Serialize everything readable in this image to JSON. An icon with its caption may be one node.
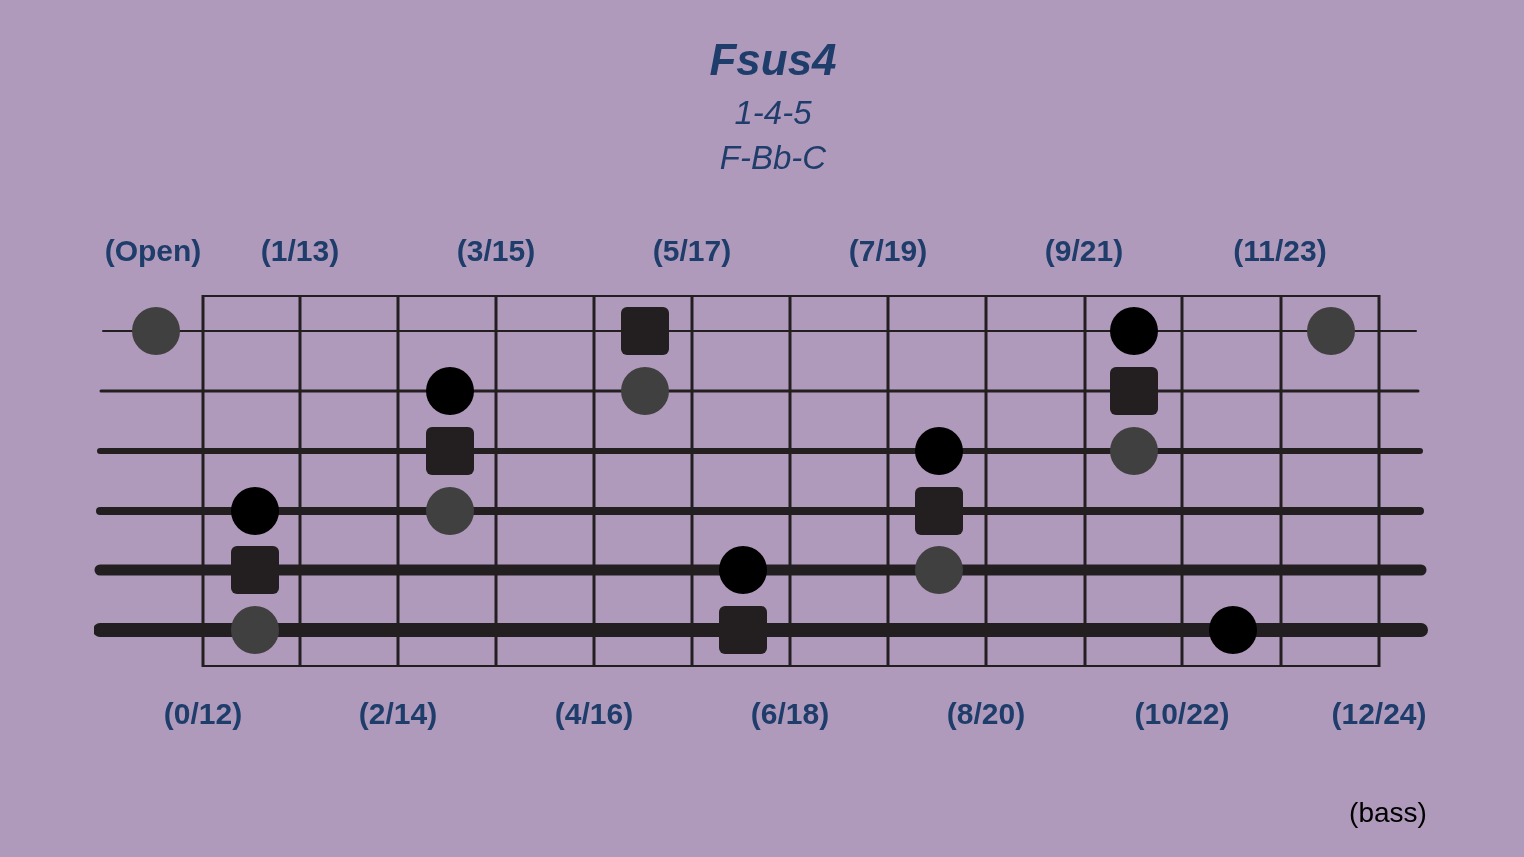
{
  "diagram": {
    "title": "Fsus4",
    "labels": [
      "1-4-5",
      "F-Bb-C",
      "(Open)",
      "(1/13)",
      "(3/15)",
      "(5/17)",
      "(7/19)",
      "(9/21)",
      "(11/23)",
      "(0/12)",
      "(2/14)",
      "(4/16)",
      "(6/18)",
      "(8/20)",
      "(10/22)",
      "(12/24)",
      "(bass)"
    ]
  }
}
